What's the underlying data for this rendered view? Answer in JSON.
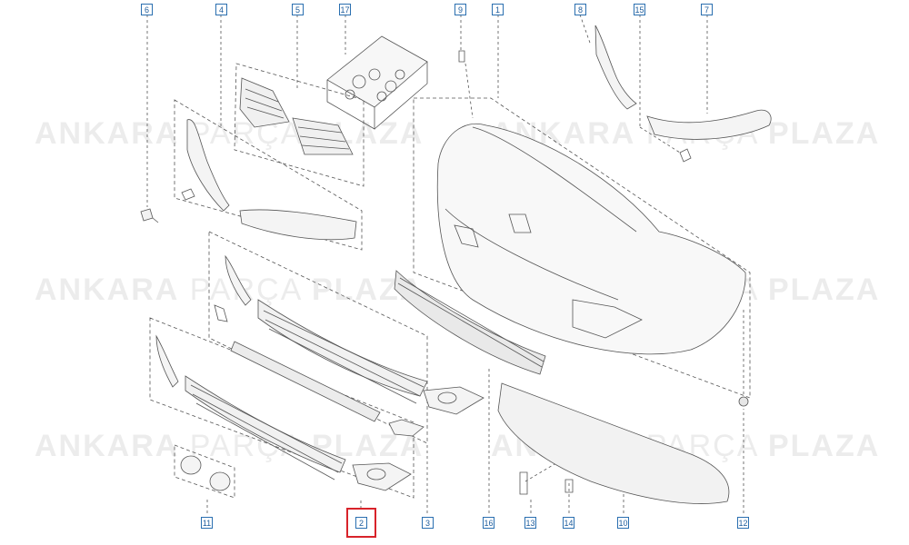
{
  "watermark": {
    "word1": "ANKARA",
    "word2": "PARÇA",
    "word3": "PLAZA"
  },
  "callouts": [
    {
      "id": "c6",
      "label": "6"
    },
    {
      "id": "c4",
      "label": "4"
    },
    {
      "id": "c5",
      "label": "5"
    },
    {
      "id": "c17",
      "label": "17"
    },
    {
      "id": "c9",
      "label": "9"
    },
    {
      "id": "c1",
      "label": "1"
    },
    {
      "id": "c8",
      "label": "8"
    },
    {
      "id": "c15",
      "label": "15"
    },
    {
      "id": "c7",
      "label": "7"
    },
    {
      "id": "c11",
      "label": "11"
    },
    {
      "id": "c2",
      "label": "2"
    },
    {
      "id": "c3",
      "label": "3"
    },
    {
      "id": "c16",
      "label": "16"
    },
    {
      "id": "c13",
      "label": "13"
    },
    {
      "id": "c14",
      "label": "14"
    },
    {
      "id": "c10",
      "label": "10"
    },
    {
      "id": "c12",
      "label": "12"
    }
  ],
  "selected_callout": "2",
  "colors": {
    "callout_border": "#2a6fb0",
    "highlight": "#d8232a",
    "line": "#555555"
  }
}
